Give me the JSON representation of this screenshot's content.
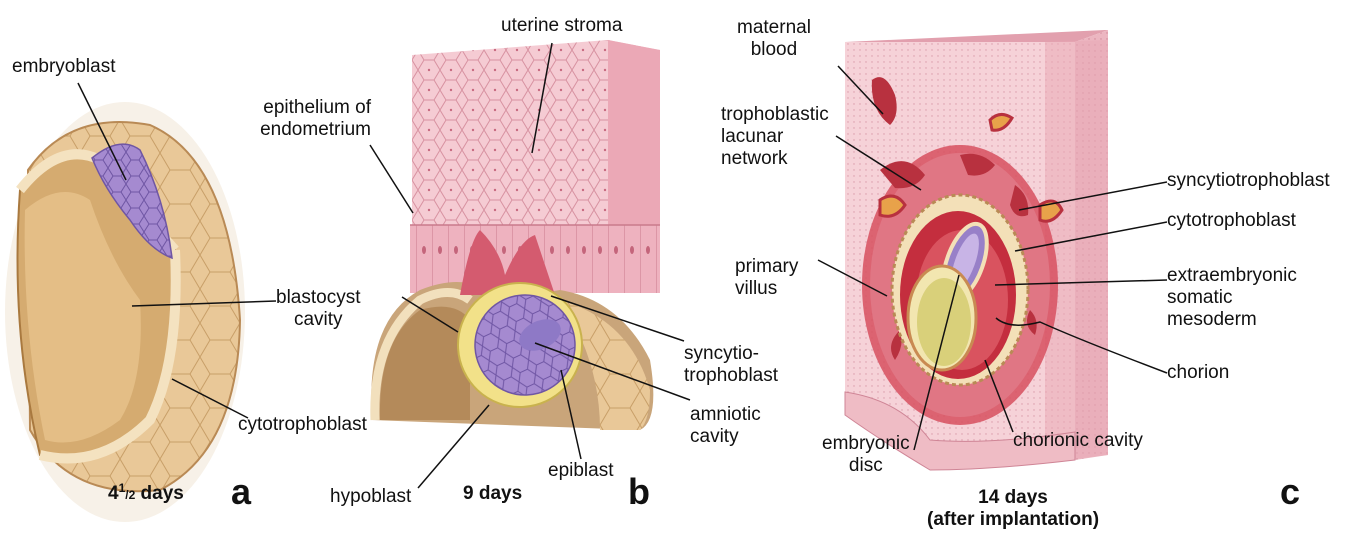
{
  "panels": [
    {
      "id": "a",
      "letter": "a",
      "caption": {
        "main": "4",
        "sup": "1",
        "frac": "/2",
        "rest": " days"
      },
      "labels": {
        "embryoblast": "embryoblast",
        "blastocyst_cavity": [
          "blastocyst",
          "cavity"
        ],
        "cytotrophoblast": "cytotrophoblast"
      }
    },
    {
      "id": "b",
      "letter": "b",
      "caption": "9 days",
      "labels": {
        "uterine_stroma": "uterine stroma",
        "epithelium": [
          "epithelium of",
          "endometrium"
        ],
        "syncytiotrophoblast": [
          "syncytio-",
          "trophoblast"
        ],
        "amniotic_cavity": [
          "amniotic",
          "cavity"
        ],
        "hypoblast": "hypoblast",
        "epiblast": "epiblast"
      }
    },
    {
      "id": "c",
      "letter": "c",
      "caption": [
        "14 days",
        "(after implantation)"
      ],
      "labels": {
        "maternal_blood": [
          "maternal",
          "blood"
        ],
        "trophoblastic_lacunar_network": [
          "trophoblastic",
          "lacunar",
          "network"
        ],
        "syncytiotrophoblast": "syncytiotrophoblast",
        "cytotrophoblast": "cytotrophoblast",
        "primary_villus": [
          "primary",
          "villus"
        ],
        "extraembryonic_somatic_mesoderm": [
          "extraembryonic",
          "somatic",
          "mesoderm"
        ],
        "chorion": "chorion",
        "embryonic_disc": [
          "embryonic",
          "disc"
        ],
        "chorionic_cavity": "chorionic cavity"
      }
    }
  ],
  "colors": {
    "blastocyst_fill": "#e8c99a",
    "blastocyst_cell": "#f1dcb5",
    "embryoblast": "#a98fd0",
    "stroma": "#f3c4cc",
    "epithelium": "#e8a9b6",
    "syncytio": "#d2566a",
    "epiblast": "#8f78c4",
    "hypoblast": "#f2e28a",
    "tissue_pink": "#f4ccd2",
    "tissue_side": "#eab1bc",
    "lacuna": "#b8313f",
    "cyto_ring": "#f3e0b8",
    "chorionic_cavity": "#c42e3e",
    "yolk": "#d9d07a"
  }
}
